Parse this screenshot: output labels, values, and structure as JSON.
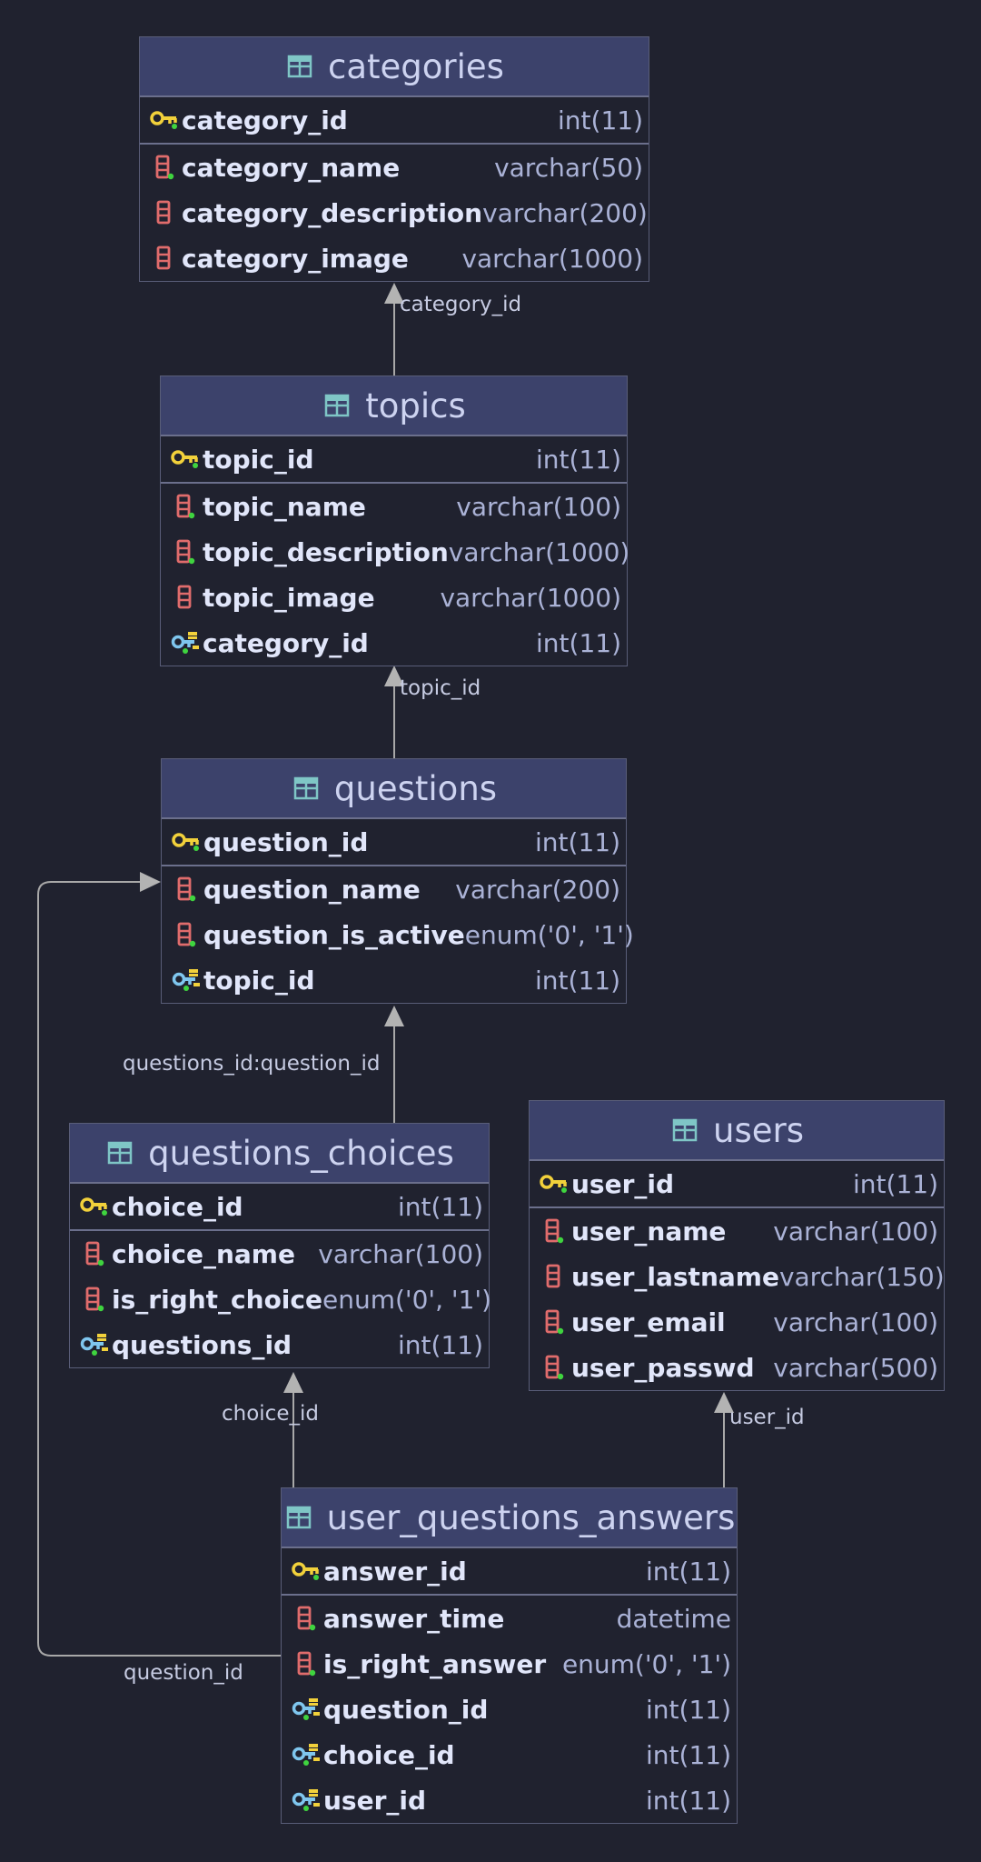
{
  "tables": {
    "categories": {
      "name": "categories",
      "columns": [
        {
          "name": "category_id",
          "type": "int(11)",
          "kind": "primary-key-icon"
        },
        {
          "name": "category_name",
          "type": "varchar(50)",
          "kind": "column-required-icon"
        },
        {
          "name": "category_description",
          "type": "varchar(200)",
          "kind": "column-icon"
        },
        {
          "name": "category_image",
          "type": "varchar(1000)",
          "kind": "column-icon"
        }
      ]
    },
    "topics": {
      "name": "topics",
      "columns": [
        {
          "name": "topic_id",
          "type": "int(11)",
          "kind": "primary-key-icon"
        },
        {
          "name": "topic_name",
          "type": "varchar(100)",
          "kind": "column-required-icon"
        },
        {
          "name": "topic_description",
          "type": "varchar(1000)",
          "kind": "column-required-icon"
        },
        {
          "name": "topic_image",
          "type": "varchar(1000)",
          "kind": "column-icon"
        },
        {
          "name": "category_id",
          "type": "int(11)",
          "kind": "foreign-key-icon"
        }
      ]
    },
    "questions": {
      "name": "questions",
      "columns": [
        {
          "name": "question_id",
          "type": "int(11)",
          "kind": "primary-key-icon"
        },
        {
          "name": "question_name",
          "type": "varchar(200)",
          "kind": "column-required-icon"
        },
        {
          "name": "question_is_active",
          "type": "enum('0', '1')",
          "kind": "column-required-icon"
        },
        {
          "name": "topic_id",
          "type": "int(11)",
          "kind": "foreign-key-icon"
        }
      ]
    },
    "questions_choices": {
      "name": "questions_choices",
      "columns": [
        {
          "name": "choice_id",
          "type": "int(11)",
          "kind": "primary-key-icon"
        },
        {
          "name": "choice_name",
          "type": "varchar(100)",
          "kind": "column-required-icon"
        },
        {
          "name": "is_right_choice",
          "type": "enum('0', '1')",
          "kind": "column-required-icon"
        },
        {
          "name": "questions_id",
          "type": "int(11)",
          "kind": "foreign-key-icon"
        }
      ]
    },
    "users": {
      "name": "users",
      "columns": [
        {
          "name": "user_id",
          "type": "int(11)",
          "kind": "primary-key-icon"
        },
        {
          "name": "user_name",
          "type": "varchar(100)",
          "kind": "column-required-icon"
        },
        {
          "name": "user_lastname",
          "type": "varchar(150)",
          "kind": "column-icon"
        },
        {
          "name": "user_email",
          "type": "varchar(100)",
          "kind": "column-required-icon"
        },
        {
          "name": "user_passwd",
          "type": "varchar(500)",
          "kind": "column-required-icon"
        }
      ]
    },
    "user_questions_answers": {
      "name": "user_questions_answers",
      "columns": [
        {
          "name": "answer_id",
          "type": "int(11)",
          "kind": "primary-key-icon"
        },
        {
          "name": "answer_time",
          "type": "datetime",
          "kind": "column-required-icon"
        },
        {
          "name": "is_right_answer",
          "type": "enum('0', '1')",
          "kind": "column-required-icon"
        },
        {
          "name": "question_id",
          "type": "int(11)",
          "kind": "foreign-key-icon"
        },
        {
          "name": "choice_id",
          "type": "int(11)",
          "kind": "foreign-key-icon"
        },
        {
          "name": "user_id",
          "type": "int(11)",
          "kind": "foreign-key-icon"
        }
      ]
    }
  },
  "relations": {
    "topics_categories": "category_id",
    "questions_topics": "topic_id",
    "choices_questions": "questions_id:question_id",
    "answers_choices": "choice_id",
    "answers_users": "user_id",
    "answers_questions": "question_id"
  },
  "colors": {
    "background": "#20222f",
    "header": "#3c426b",
    "primary_key": "#f2d13b",
    "foreign_key": "#7fc6ee",
    "column": "#e06c6c",
    "not_null_dot": "#3fd43f",
    "table_icon": "#7fc6c6",
    "line": "#b8b8b8"
  }
}
